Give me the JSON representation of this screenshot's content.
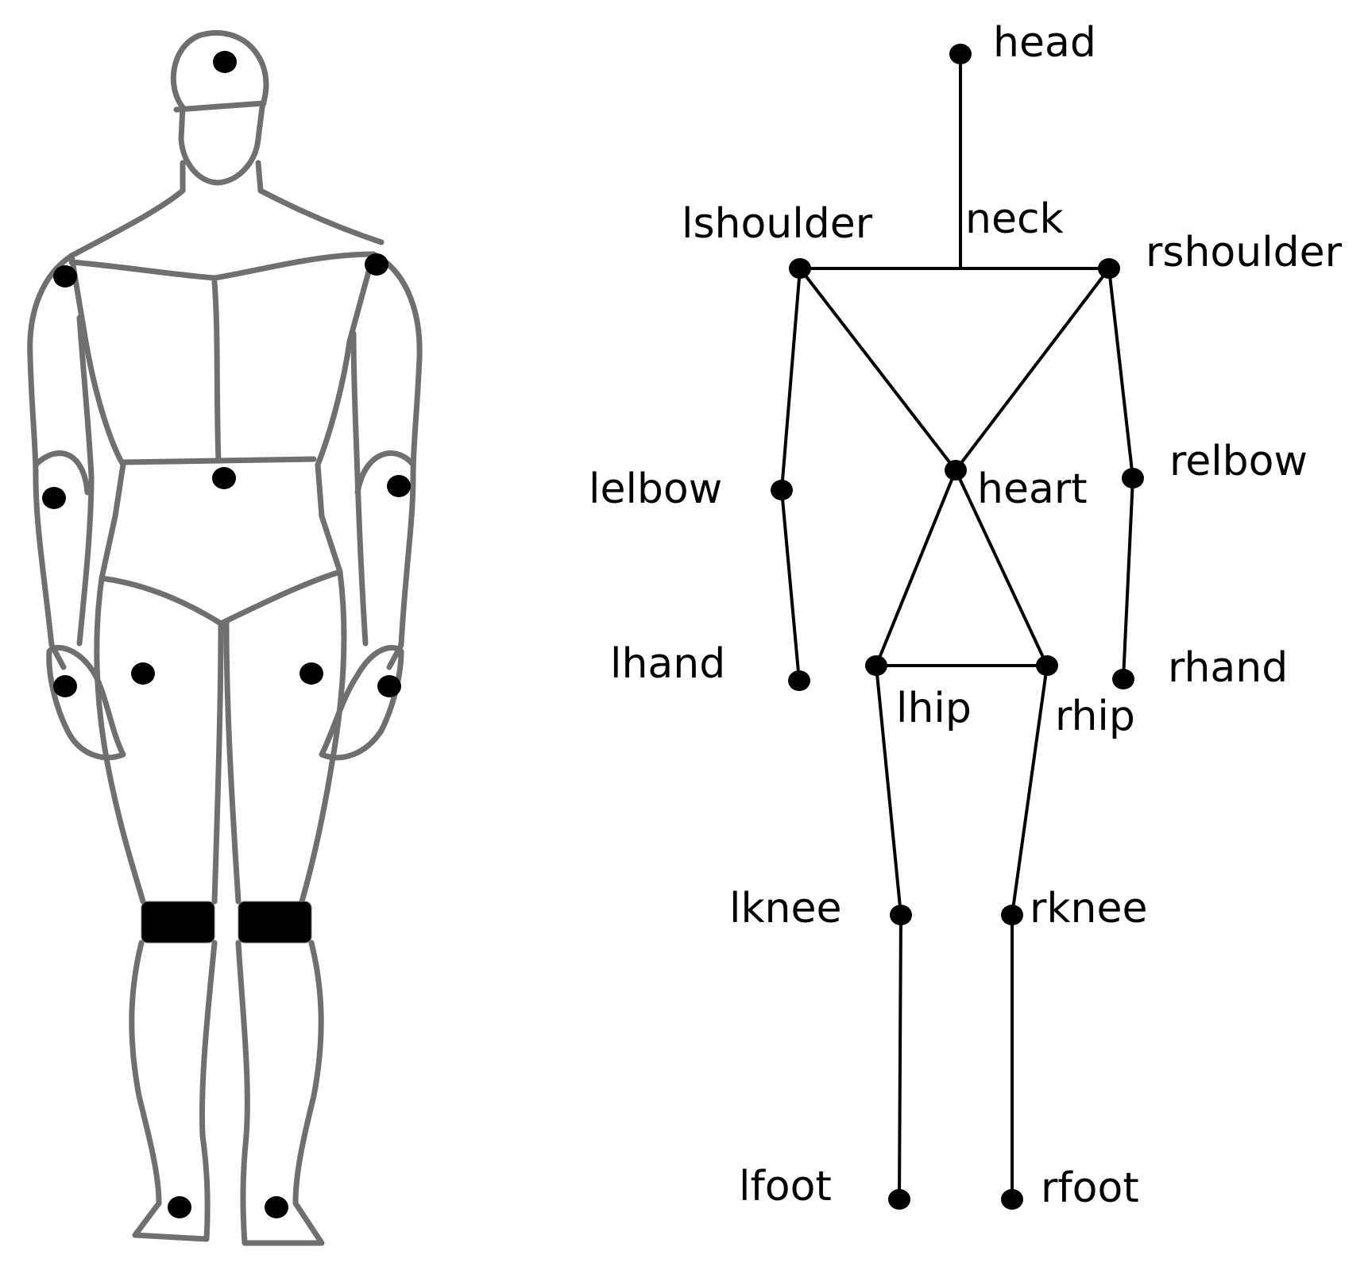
{
  "labels": {
    "head": "head",
    "neck": "neck",
    "lshoulder": "lshoulder",
    "rshoulder": "rshoulder",
    "lelbow": "lelbow",
    "relbow": "relbow",
    "heart": "heart",
    "lhand": "lhand",
    "rhand": "rhand",
    "lhip": "lhip",
    "rhip": "rhip",
    "lknee": "lknee",
    "rknee": "rknee",
    "lfoot": "lfoot",
    "rfoot": "rfoot"
  },
  "colors": {
    "outline": "#6f6f6f",
    "marker": "#000000",
    "skeleton": "#000000"
  }
}
